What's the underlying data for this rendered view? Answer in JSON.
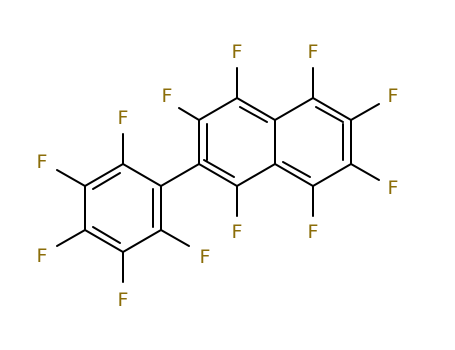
{
  "molecule": {
    "element_color": "#8b6d09",
    "bond_color": "#000000",
    "atoms": [
      {
        "label": "F"
      },
      {
        "label": "F"
      },
      {
        "label": "F"
      },
      {
        "label": "F"
      },
      {
        "label": "F"
      },
      {
        "label": "F"
      },
      {
        "label": "F"
      },
      {
        "label": "F"
      },
      {
        "label": "F"
      },
      {
        "label": "F"
      },
      {
        "label": "F"
      },
      {
        "label": "F"
      }
    ]
  }
}
